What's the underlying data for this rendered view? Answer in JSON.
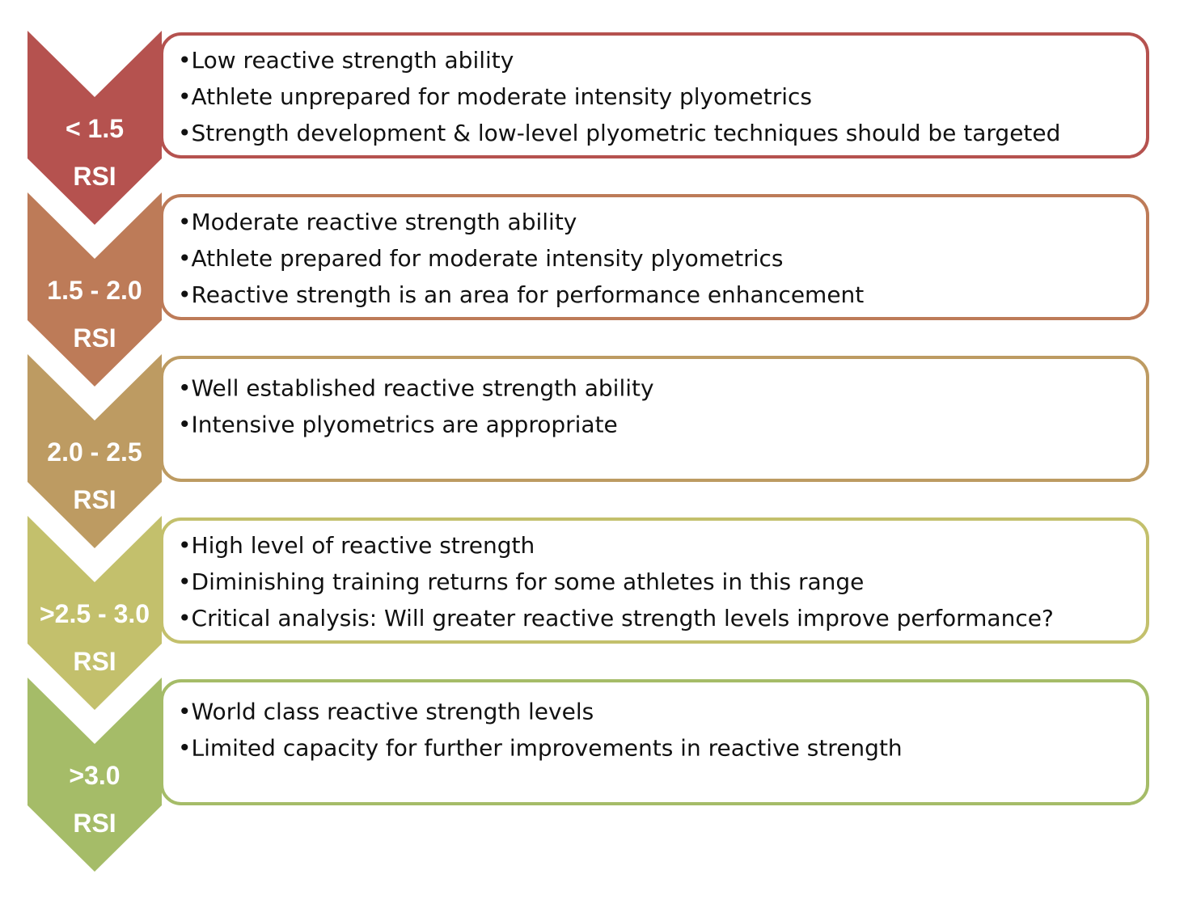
{
  "tiers": [
    {
      "range_label": "< 1.5",
      "unit_label": "RSI",
      "color": "#b5524f",
      "bullets": [
        "•Low reactive strength ability",
        "•Athlete unprepared for moderate intensity plyometrics",
        "•Strength development & low-level plyometric techniques should be targeted"
      ]
    },
    {
      "range_label": "1.5 - 2.0",
      "unit_label": "RSI",
      "color": "#bd7b58",
      "bullets": [
        "•Moderate reactive strength ability",
        "•Athlete prepared for moderate intensity plyometrics",
        "•Reactive strength is an area for performance enhancement"
      ]
    },
    {
      "range_label": "2.0 - 2.5",
      "unit_label": "RSI",
      "color": "#bd9b62",
      "bullets": [
        "•Well established reactive strength ability",
        "•Intensive plyometrics are appropriate"
      ]
    },
    {
      "range_label": ">2.5 - 3.0",
      "unit_label": "RSI",
      "color": "#c3c06c",
      "bullets": [
        "•High level of reactive strength",
        "•Diminishing training returns for some athletes in this range",
        "•Critical analysis: Will greater reactive strength levels improve performance?"
      ]
    },
    {
      "range_label": ">3.0",
      "unit_label": "RSI",
      "color": "#a5bc68",
      "bullets": [
        "•World class reactive strength levels",
        "•Limited capacity for further improvements in reactive strength"
      ]
    }
  ]
}
